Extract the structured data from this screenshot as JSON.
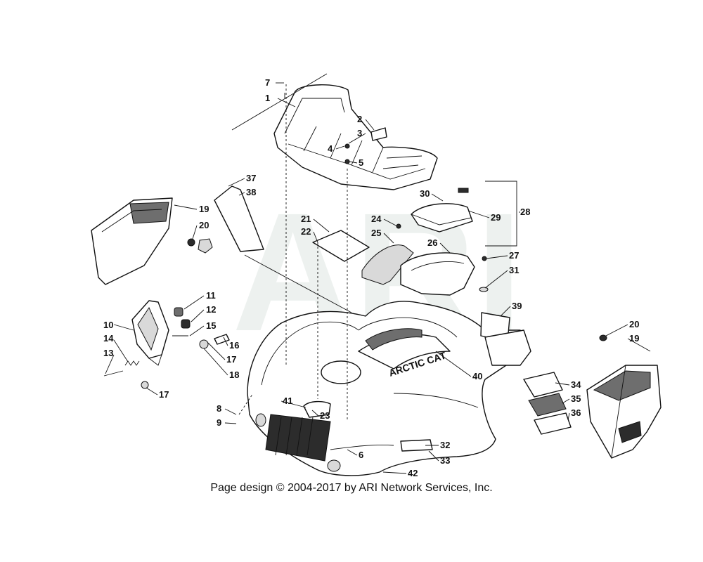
{
  "watermark": "ARI",
  "badge_text": "ARCTIC CAT",
  "footer": "Page design © 2004-2017 by ARI Network Services, Inc.",
  "callouts": [
    "1",
    "2",
    "3",
    "4",
    "5",
    "6",
    "7",
    "8",
    "9",
    "10",
    "11",
    "12",
    "13",
    "14",
    "15",
    "16",
    "17",
    "17",
    "18",
    "19",
    "19",
    "20",
    "20",
    "21",
    "22",
    "23",
    "24",
    "25",
    "26",
    "27",
    "28",
    "29",
    "30",
    "31",
    "32",
    "33",
    "34",
    "35",
    "36",
    "37",
    "38",
    "39",
    "40",
    "41",
    "42"
  ]
}
